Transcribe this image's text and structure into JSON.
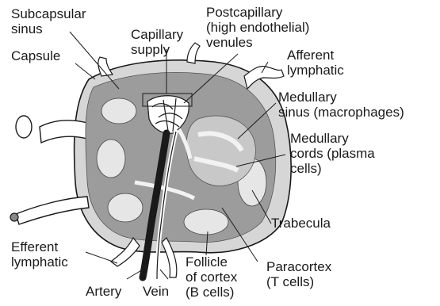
{
  "labels": {
    "subcapsular_sinus": [
      "Subcapsular",
      "sinus"
    ],
    "capsule": [
      "Capsule"
    ],
    "capillary_supply": [
      "Capillary",
      "supply"
    ],
    "postcapillary_venules": [
      "Postcapillary",
      "(high endothelial)",
      "venules"
    ],
    "afferent_lymphatic": [
      "Afferent",
      "lymphatic"
    ],
    "medullary_sinus": [
      "Medullary",
      "sinus (macrophages)"
    ],
    "medullary_cords": [
      "Medullary",
      "cords (plasma",
      "cells)"
    ],
    "trabecula": [
      "Trabecula"
    ],
    "efferent_lymphatic": [
      "Efferent",
      "lymphatic"
    ],
    "artery": [
      "Artery"
    ],
    "vein": [
      "Vein"
    ],
    "follicle": [
      "Follicle",
      "of cortex",
      "(B cells)"
    ],
    "paracortex": [
      "Paracortex",
      "(T cells)"
    ]
  }
}
